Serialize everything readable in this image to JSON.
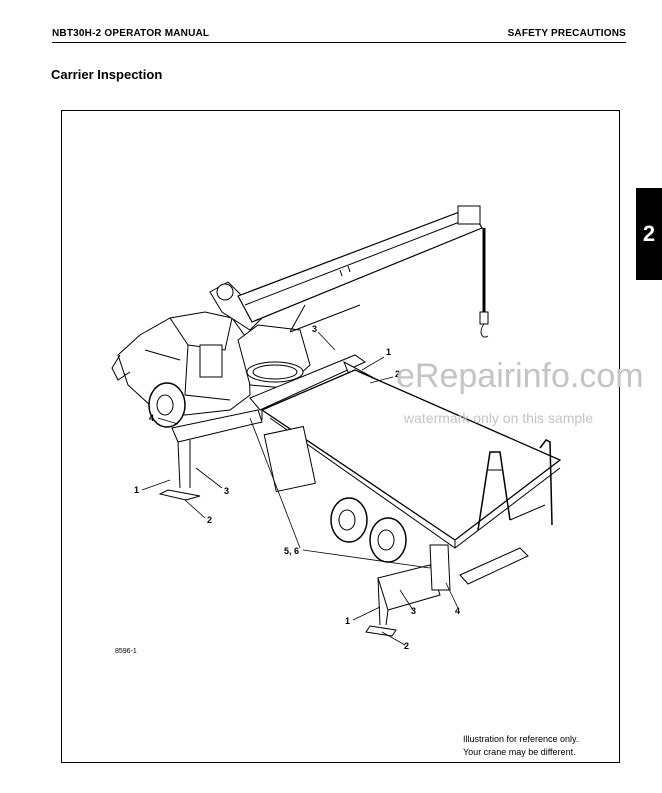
{
  "header": {
    "manual_title": "NBT30H-2 OPERATOR MANUAL",
    "section_name": "SAFETY PRECAUTIONS"
  },
  "chapter_tab": "2",
  "section_title": "Carrier Inspection",
  "figure": {
    "id": "8596-1",
    "callouts": {
      "c1_top": "1",
      "c2_top": "2",
      "c3_top": "3",
      "c4_left": "4",
      "c1_left": "1",
      "c3_left": "3",
      "c2_left": "2",
      "c56": "5, 6",
      "c1_bottom": "1",
      "c3_bottom": "3",
      "c4_bottom": "4",
      "c2_bottom": "2"
    },
    "note_line1": "Illustration for reference only.",
    "note_line2": "Your crane may be different."
  },
  "watermark": {
    "site": "eRepairinfo.com",
    "text": "watermark only on this sample"
  }
}
